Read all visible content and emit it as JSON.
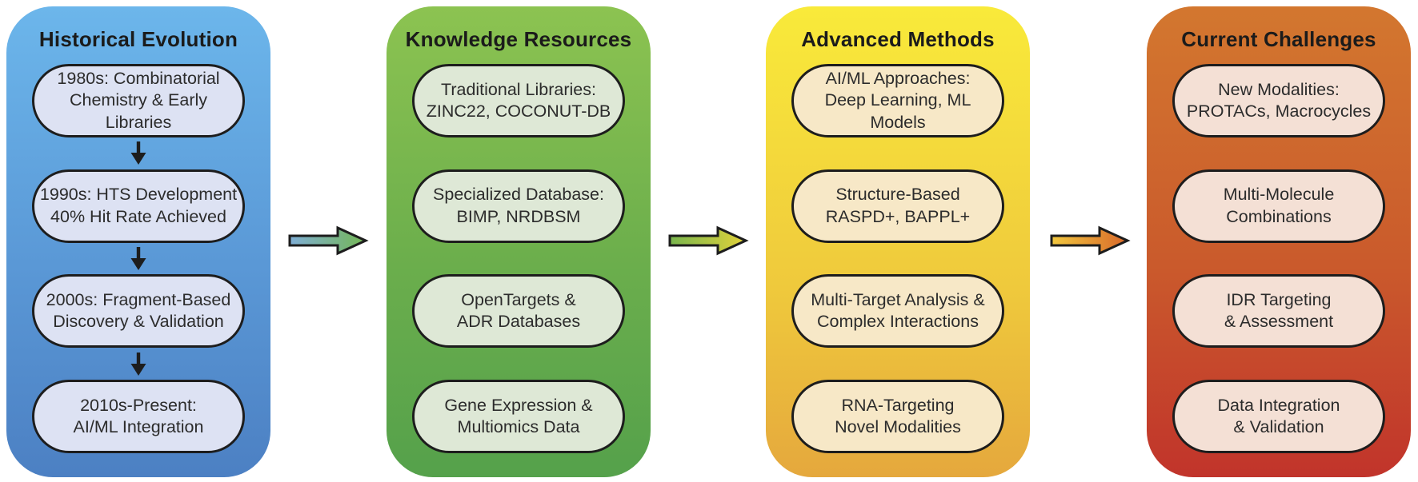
{
  "figure": {
    "background_color": "#ffffff",
    "columns": [
      {
        "id": "historical-evolution",
        "title": "Historical Evolution",
        "panel_top_color": "#6CB6EB",
        "panel_bottom_color": "#4C80C3",
        "node_fill_color": "#DDE2F3",
        "has_step_arrows": true,
        "nodes": [
          "1980s: Combinatorial\nChemistry & Early Libraries",
          "1990s: HTS Development\n40% Hit Rate Achieved",
          "2000s: Fragment-Based\nDiscovery & Validation",
          "2010s-Present:\nAI/ML Integration"
        ]
      },
      {
        "id": "knowledge-resources",
        "title": "Knowledge Resources",
        "panel_top_color": "#8CC351",
        "panel_bottom_color": "#55A14B",
        "node_fill_color": "#DEE8D6",
        "has_step_arrows": false,
        "nodes": [
          "Traditional Libraries:\nZINC22, COCONUT-DB",
          "Specialized Database:\nBIMP, NRDBSM",
          "OpenTargets &\nADR Databases",
          "Gene Expression &\nMultiomics Data"
        ]
      },
      {
        "id": "advanced-methods",
        "title": "Advanced Methods",
        "panel_top_color": "#F9EA3A",
        "panel_bottom_color": "#E5A83D",
        "node_fill_color": "#F7E8C7",
        "has_step_arrows": false,
        "nodes": [
          "AI/ML Approaches:\nDeep Learning, ML Models",
          "Structure-Based\nRASPD+, BAPPL+",
          "Multi-Target Analysis &\nComplex Interactions",
          "RNA-Targeting\nNovel Modalities"
        ]
      },
      {
        "id": "current-challenges",
        "title": "Current Challenges",
        "panel_top_color": "#D3772F",
        "panel_bottom_color": "#C1342B",
        "node_fill_color": "#F4E0D5",
        "has_step_arrows": false,
        "nodes": [
          "New Modalities:\nPROTACs, Macrocycles",
          "Multi-Molecule\nCombinations",
          "IDR Targeting\n& Assessment",
          "Data Integration\n& Validation"
        ]
      }
    ],
    "connectors": [
      {
        "id": "blue-to-green",
        "gradient_from": "#7FAED6",
        "gradient_to": "#74B755"
      },
      {
        "id": "green-to-yellow",
        "gradient_from": "#79B64E",
        "gradient_to": "#E2D23A"
      },
      {
        "id": "yellow-to-orange",
        "gradient_from": "#F2C83F",
        "gradient_to": "#D8682A"
      }
    ]
  }
}
